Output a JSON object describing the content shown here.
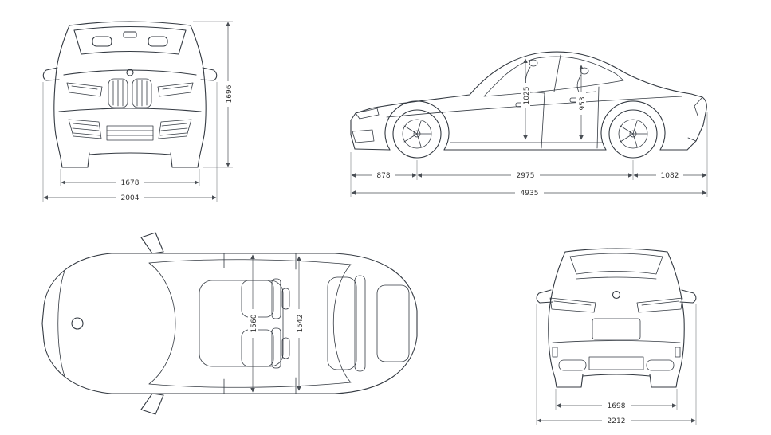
{
  "colors": {
    "background": "#ffffff",
    "car_line": "#343a42",
    "dimension_line": "#4a4f55",
    "label_text": "#333333"
  },
  "diagram": {
    "front_view": {
      "height": "1696",
      "track_width": "1678",
      "overall_width": "2004"
    },
    "side_view": {
      "front_headroom": "1025",
      "rear_headroom": "953",
      "front_overhang": "878",
      "wheelbase": "2975",
      "rear_overhang": "1082",
      "overall_length": "4935"
    },
    "top_view": {
      "front_interior_width": "1560",
      "rear_interior_width": "1542"
    },
    "rear_view": {
      "track_width": "1698",
      "overall_width": "2212"
    }
  }
}
